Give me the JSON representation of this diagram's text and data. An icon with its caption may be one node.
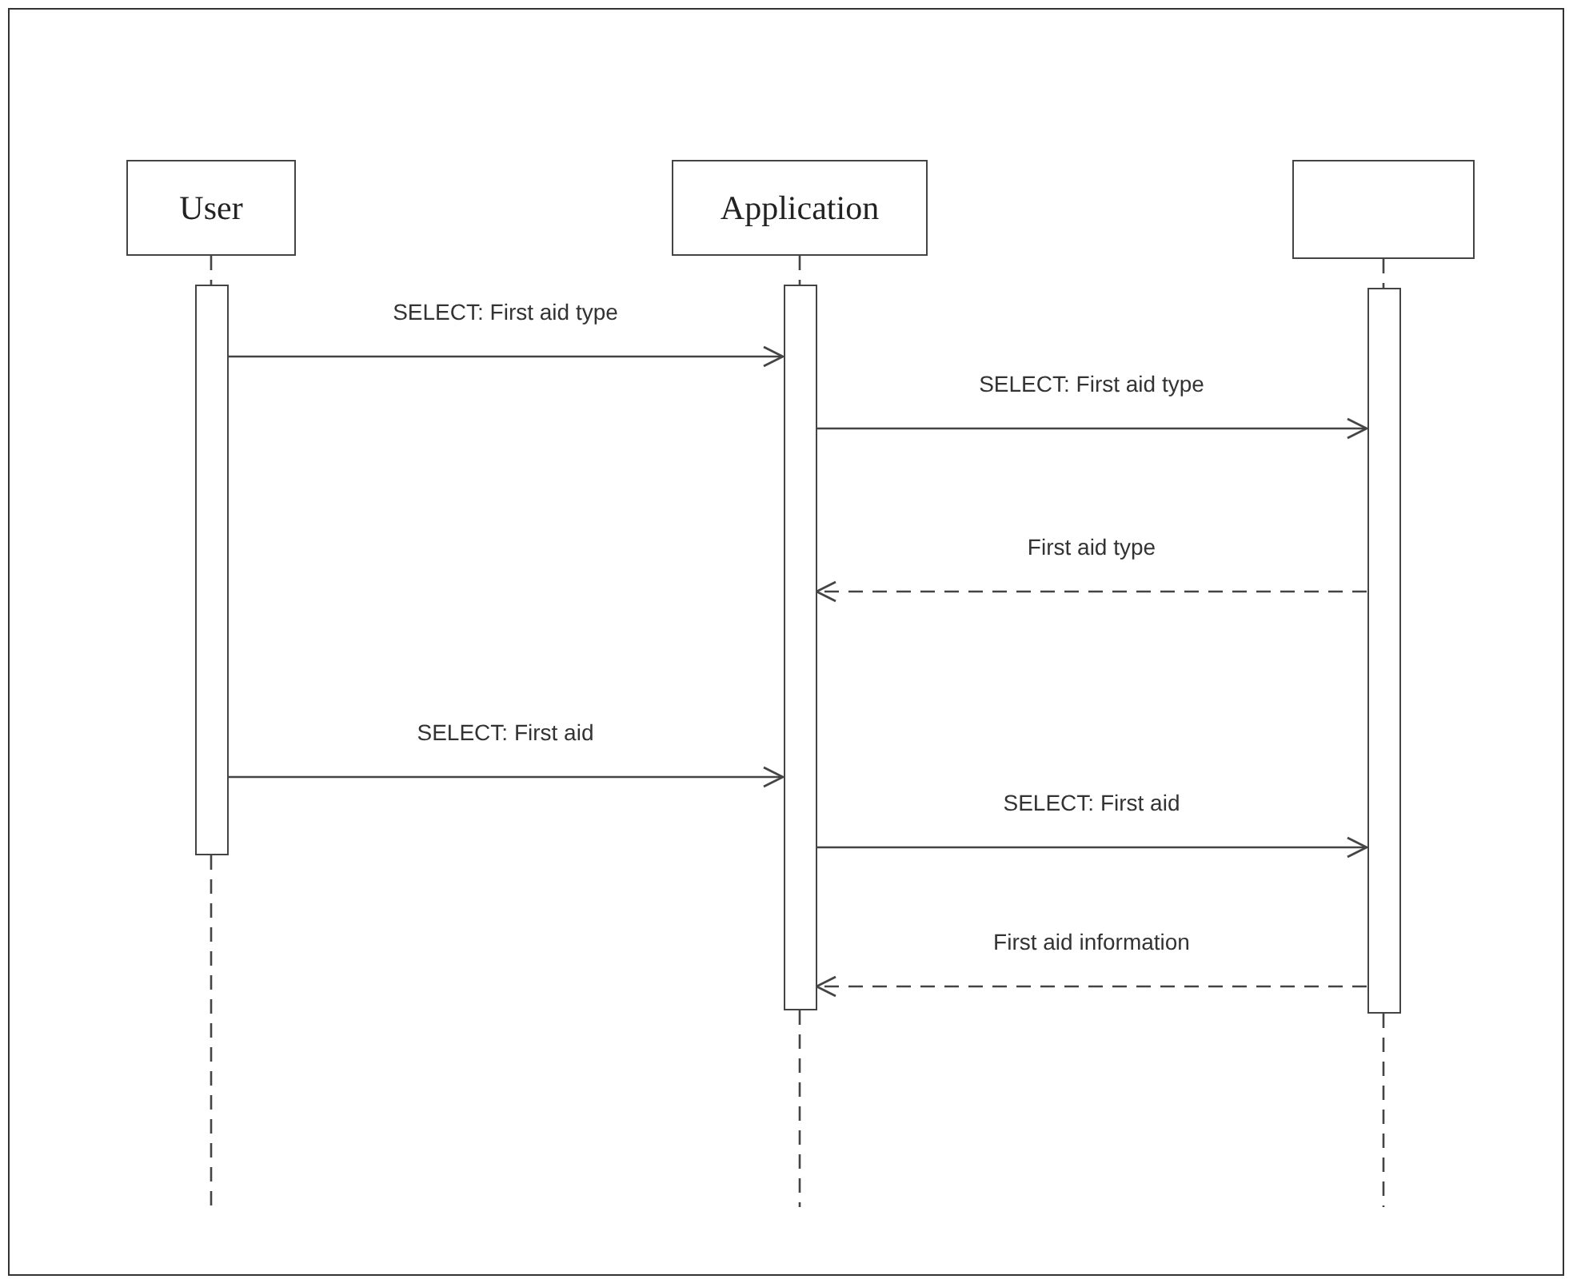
{
  "diagram": {
    "nodes": [
      {
        "text": [
          "User"
        ]
      },
      {
        "text": [
          "Application"
        ]
      },
      {
        "text": [],
        "shape": "box"
      },
      {
        "text": [],
        "shape": "bar"
      },
      {
        "text": [],
        "shape": "bar"
      },
      {
        "text": [],
        "shape": "bar"
      }
    ],
    "edges": [
      {
        "from": 3,
        "to": 4,
        "arrow": "to",
        "label": "SELECT: First aid type"
      },
      {
        "from": 4,
        "to": 5,
        "arrow": "to",
        "label": "SELECT: First aid type"
      },
      {
        "from": 5,
        "to": 4,
        "arrow": "to",
        "label": "First aid type",
        "style": "dashed"
      },
      {
        "from": 3,
        "to": 4,
        "arrow": "to",
        "label": "SELECT: First aid"
      },
      {
        "from": 4,
        "to": 5,
        "arrow": "to",
        "label": "SELECT: First aid"
      },
      {
        "from": 5,
        "to": 4,
        "arrow": "to",
        "label": "First aid information",
        "style": "dashed"
      },
      {
        "from": 0,
        "to": 3,
        "arrow": "none",
        "style": "dashed"
      },
      {
        "from": 1,
        "to": 4,
        "arrow": "none",
        "style": "dashed"
      },
      {
        "from": 2,
        "to": 5,
        "arrow": "none",
        "style": "dashed"
      },
      {
        "from": 3,
        "to": null,
        "arrow": "none",
        "style": "dashed"
      },
      {
        "from": 4,
        "to": null,
        "arrow": "none",
        "style": "dashed"
      },
      {
        "from": 5,
        "to": null,
        "arrow": "none",
        "style": "dashed"
      }
    ]
  }
}
